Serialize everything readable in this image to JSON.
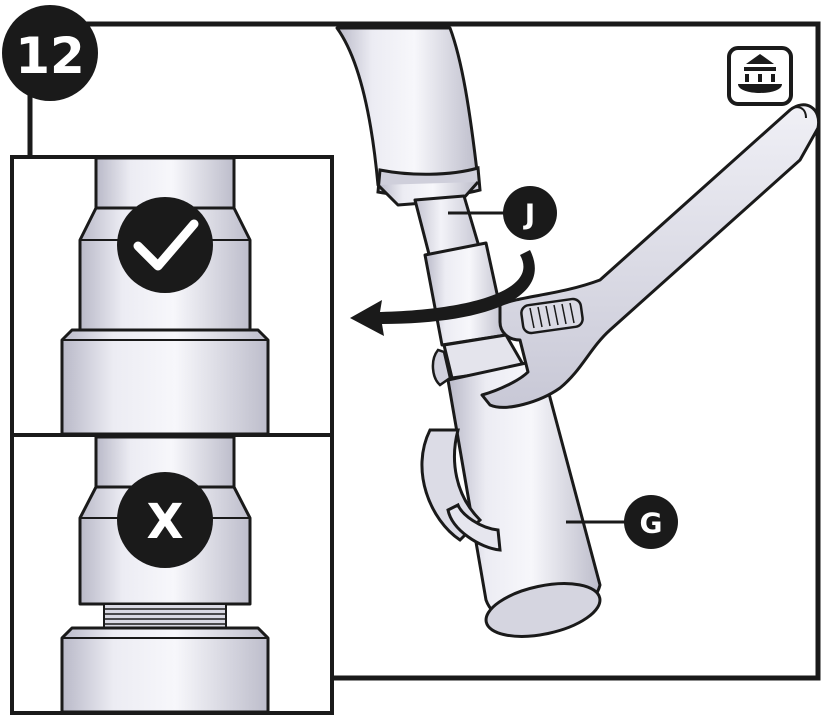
{
  "step": {
    "number": "12"
  },
  "callouts": {
    "hose": "J",
    "faucet_body": "G"
  },
  "correct_panel": {
    "mark_icon": "checkmark-icon"
  },
  "incorrect_panel": {
    "mark": "X"
  },
  "corner_icon": "sink-icon",
  "colors": {
    "ink": "#1a1a1a",
    "metal_light": "#f2f2f7",
    "metal_mid": "#d6d6e0",
    "metal_dark": "#a9a9b8"
  }
}
